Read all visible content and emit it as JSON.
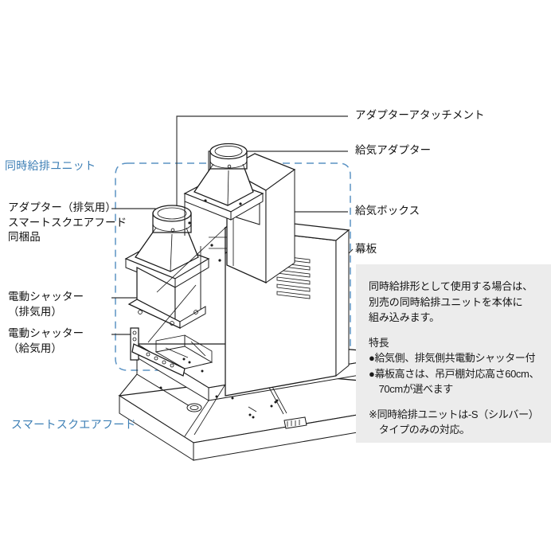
{
  "figure": {
    "title_hidden": "",
    "accent_blue": "#3d7fb5",
    "dash_blue": "#5b93c4",
    "panel_bg": "#ececec"
  },
  "group_label": {
    "text": "同時給排ユニット"
  },
  "product_label": {
    "text": "スマートスクエアフード"
  },
  "labels_left": [
    {
      "id": "adapter-exhaust",
      "text": "アダプター（排気用）\nスマートスクエアフード\n同梱品"
    },
    {
      "id": "shutter-exhaust",
      "text": "電動シャッター\n（排気用）"
    },
    {
      "id": "shutter-supply",
      "text": "電動シャッター\n（給気用）"
    }
  ],
  "labels_right": [
    {
      "id": "adapter-attachment",
      "text": "アダプターアタッチメント"
    },
    {
      "id": "supply-adapter",
      "text": "給気アダプター"
    },
    {
      "id": "supply-box",
      "text": "給気ボックス"
    },
    {
      "id": "front-panel",
      "text": "幕板"
    }
  ],
  "infobox": {
    "paragraph": "同時給排形として使用する場合は、\n別売の同時給排ユニットを本体に\n組み込みます。",
    "features_heading": "特長",
    "features": [
      "●給気側、排気側共電動シャッター付",
      "●幕板高さは、吊戸棚対応高さ60cm、\n　70cmが選べます"
    ],
    "note": "※同時給排ユニットは-S（シルバー）\n　タイプのみの対応。"
  }
}
